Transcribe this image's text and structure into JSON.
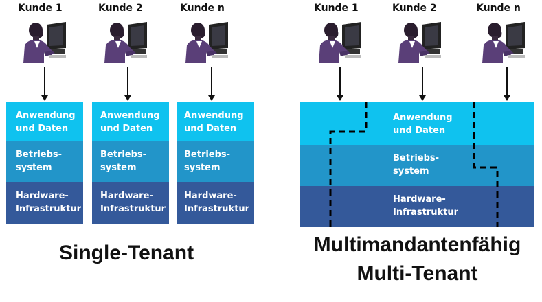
{
  "single": {
    "customers": [
      "Kunde 1",
      "Kunde 2",
      "Kunde n"
    ],
    "layers": {
      "app": [
        "Anwendung",
        "und Daten"
      ],
      "os": [
        "Betriebs-",
        "system"
      ],
      "hw": [
        "Hardware-",
        "Infrastruktur"
      ]
    },
    "title": "Single-Tenant"
  },
  "multi": {
    "customers": [
      "Kunde 1",
      "Kunde 2",
      "Kunde n"
    ],
    "layers": {
      "app": [
        "Anwendung",
        "und Daten"
      ],
      "os": [
        "Betriebs-",
        "system"
      ],
      "hw": [
        "Hardware-",
        "Infrastruktur"
      ]
    },
    "title_line1": "Multimandantenfähig",
    "title_line2": "Multi-Tenant"
  },
  "colors": {
    "app_layer": "#0fc2ef",
    "os_layer": "#2295c9",
    "hw_layer": "#34599a",
    "person_shirt": "#5a3f78"
  },
  "icons": [
    "customer-at-computer-icon"
  ]
}
